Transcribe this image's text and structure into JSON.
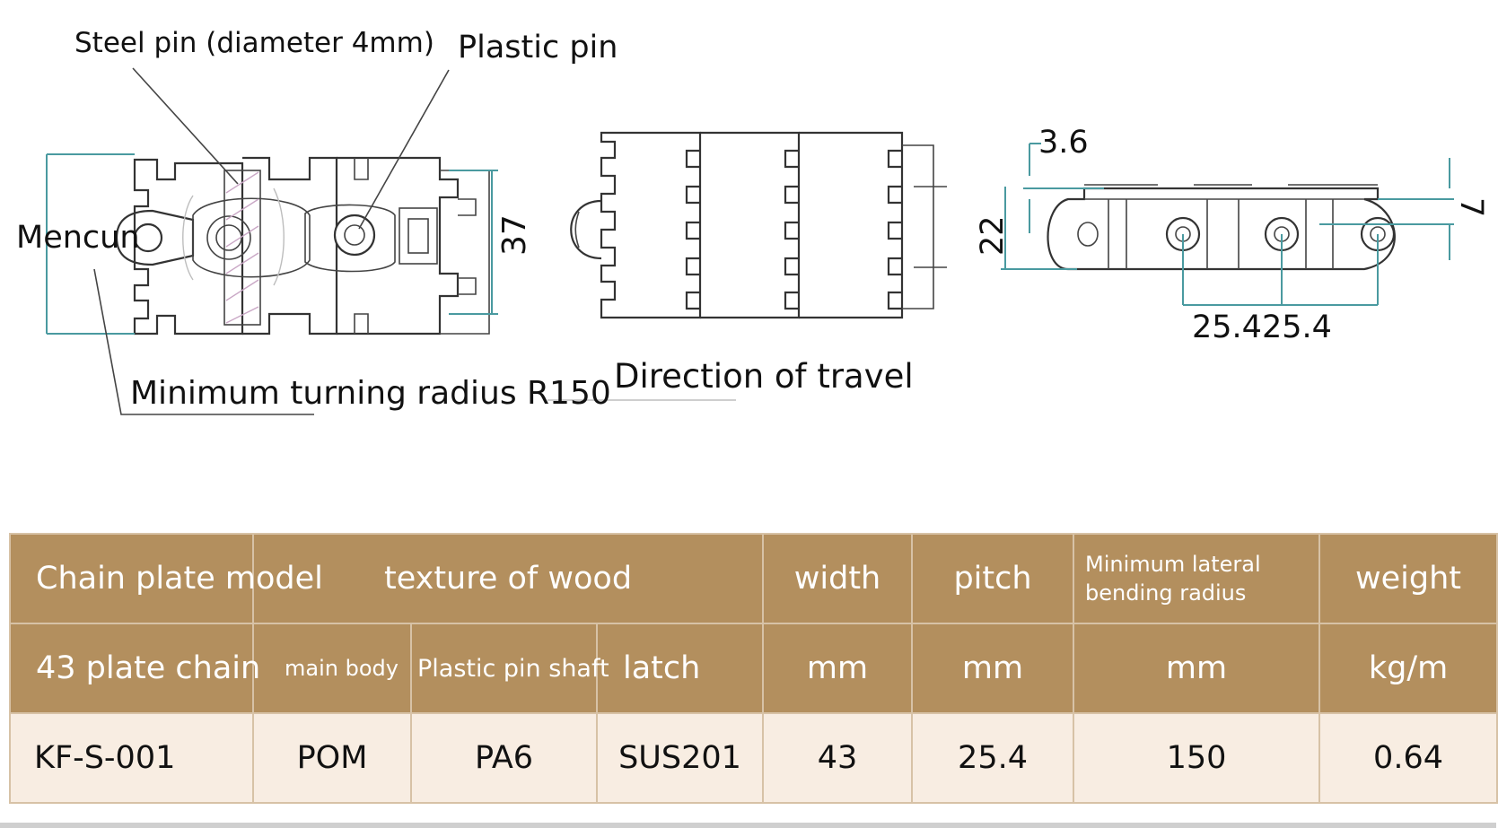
{
  "diagram": {
    "labels": {
      "steel_pin": "Steel pin (diameter 4mm)",
      "plastic_pin": "Plastic pin",
      "mencun": "Mencun",
      "min_turning_radius": "Minimum turning radius R150",
      "direction": "Direction of travel"
    },
    "dimensions": {
      "height_37": "37",
      "thickness_3_6": "3.6",
      "height_22": "22",
      "height_7": "7",
      "pitch_a": "25.4",
      "pitch_b": "25.4"
    }
  },
  "table": {
    "header": {
      "model": "Chain plate model",
      "material": "texture of wood",
      "width": "width",
      "pitch": "pitch",
      "bending": "Minimum lateral bending radius",
      "weight": "weight"
    },
    "subheader": {
      "chain": "43 plate chain",
      "main_body": "main body",
      "pin_shaft": "Plastic pin shaft",
      "latch": "latch",
      "width_unit": "mm",
      "pitch_unit": "mm",
      "bending_unit": "mm",
      "weight_unit": "kg/m"
    },
    "row": {
      "model": "KF-S-001",
      "main_body": "POM",
      "pin_shaft": "PA6",
      "latch": "SUS201",
      "width": "43",
      "pitch": "25.4",
      "bending": "150",
      "weight": "0.64"
    }
  },
  "colors": {
    "header_bg": "#b38f5e",
    "row_bg": "#f8ede2",
    "dimension_line": "#4a9aa0"
  }
}
